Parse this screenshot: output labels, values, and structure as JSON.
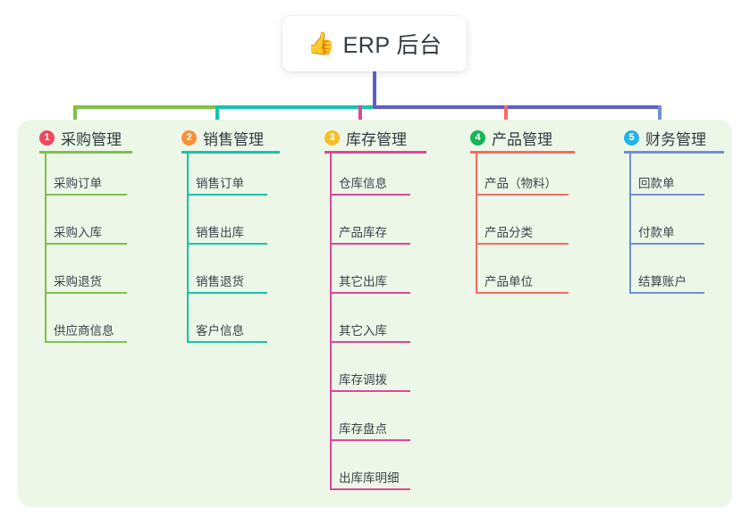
{
  "diagram": {
    "type": "mindmap",
    "root": {
      "emoji": "👍",
      "emoji_name": "thumbs-up-emoji",
      "title": "ERP 后台"
    },
    "panel_color": "#edf7e8",
    "stem_color": "#5b5fc7",
    "bus_segments": [
      {
        "color": "#7fc14a"
      },
      {
        "color": "#17c3ad"
      },
      {
        "color": "#5b5fc7"
      },
      {
        "color": "#5b5fc7"
      }
    ],
    "columns": [
      {
        "index": "1",
        "title": "采购管理",
        "badge_color": "#f0465f",
        "line_color": "#7fc14a",
        "items": [
          "采购订单",
          "采购入库",
          "采购退货",
          "供应商信息"
        ]
      },
      {
        "index": "2",
        "title": "销售管理",
        "badge_color": "#f79038",
        "line_color": "#17c3ad",
        "items": [
          "销售订单",
          "销售出库",
          "销售退货",
          "客户信息"
        ]
      },
      {
        "index": "3",
        "title": "库存管理",
        "badge_color": "#f5c02a",
        "line_color": "#e0459a",
        "items": [
          "仓库信息",
          "产品库存",
          "其它出库",
          "其它入库",
          "库存调拨",
          "库存盘点",
          "出库库明细"
        ]
      },
      {
        "index": "4",
        "title": "产品管理",
        "badge_color": "#15b757",
        "line_color": "#f76a60",
        "items": [
          "产品（物料）",
          "产品分类",
          "产品单位"
        ]
      },
      {
        "index": "5",
        "title": "财务管理",
        "badge_color": "#25b3e8",
        "line_color": "#6f8fd8",
        "items": [
          "回款单",
          "付款单",
          "结算账户"
        ]
      }
    ]
  }
}
